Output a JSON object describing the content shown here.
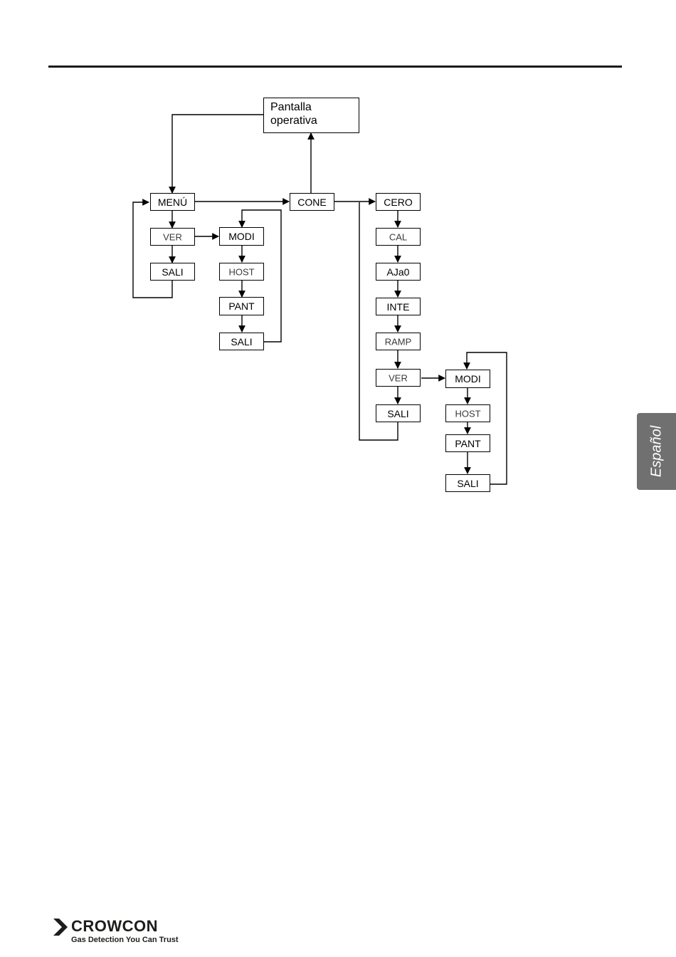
{
  "diagram": {
    "operating_screen": "Pantalla operativa",
    "menu": "MENÚ",
    "menu_ver": "VER",
    "menu_sali": "SALI",
    "menu_modi": "MODI",
    "menu_host": "HOST",
    "menu_pant": "PANT",
    "menu_sali2": "SALI",
    "cone": "CONE",
    "cero": "CERO",
    "cal": "CAL",
    "aja0": "AJa0",
    "inte": "INTE",
    "ramp": "RAMP",
    "cone_ver": "VER",
    "cone_sali": "SALI",
    "cone_modi": "MODI",
    "cone_host": "HOST",
    "cone_pant": "PANT",
    "cone_sali2": "SALI"
  },
  "side_tab": {
    "label": "Español",
    "color": "#707070"
  },
  "brand": {
    "name": "CROWCON",
    "tagline": "Gas Detection You Can Trust"
  }
}
